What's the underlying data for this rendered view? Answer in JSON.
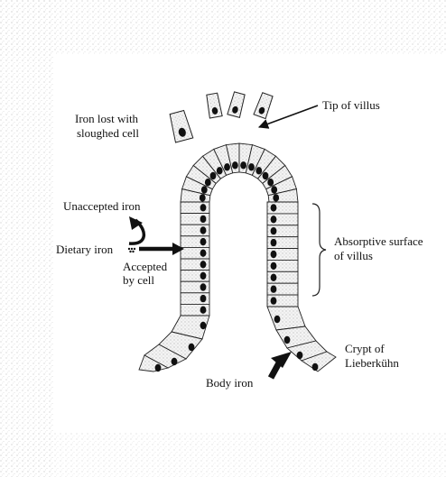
{
  "diagram": {
    "labels": {
      "iron_lost_line1": "Iron lost with",
      "iron_lost_line2": "sloughed cell",
      "tip": "Tip of villus",
      "unaccepted": "Unaccepted iron",
      "dietary": "Dietary iron",
      "accepted_line1": "Accepted",
      "accepted_line2": "by cell",
      "absorptive_line1": "Absorptive surface",
      "absorptive_line2": "of villus",
      "crypt_line1": "Crypt of",
      "crypt_line2": "Lieberkühn",
      "body_iron": "Body iron"
    },
    "colors": {
      "stipple": "#c9c9c9",
      "nucleus": "#111111",
      "line": "#222222"
    }
  }
}
